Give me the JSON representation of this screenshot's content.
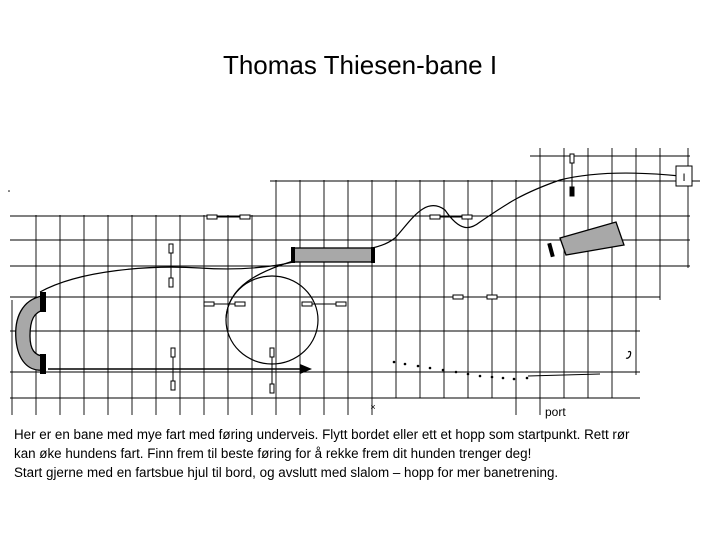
{
  "title": "Thomas Thiesen-bane I",
  "course": {
    "label_port": "port",
    "label_finish": "I",
    "label_small": "×"
  },
  "description": {
    "line1": "Her er en bane med mye fart med føring underveis. Flytt bordet eller ett et hopp som startpunkt. Rett rør",
    "line2": "kan øke hundens fart. Finn frem til beste føring for å rekke frem dit hunden trenger deg!",
    "line3": "Start gjerne med en fartsbue hjul til bord, og avslutt med slalom – hopp for mer banetrening."
  }
}
